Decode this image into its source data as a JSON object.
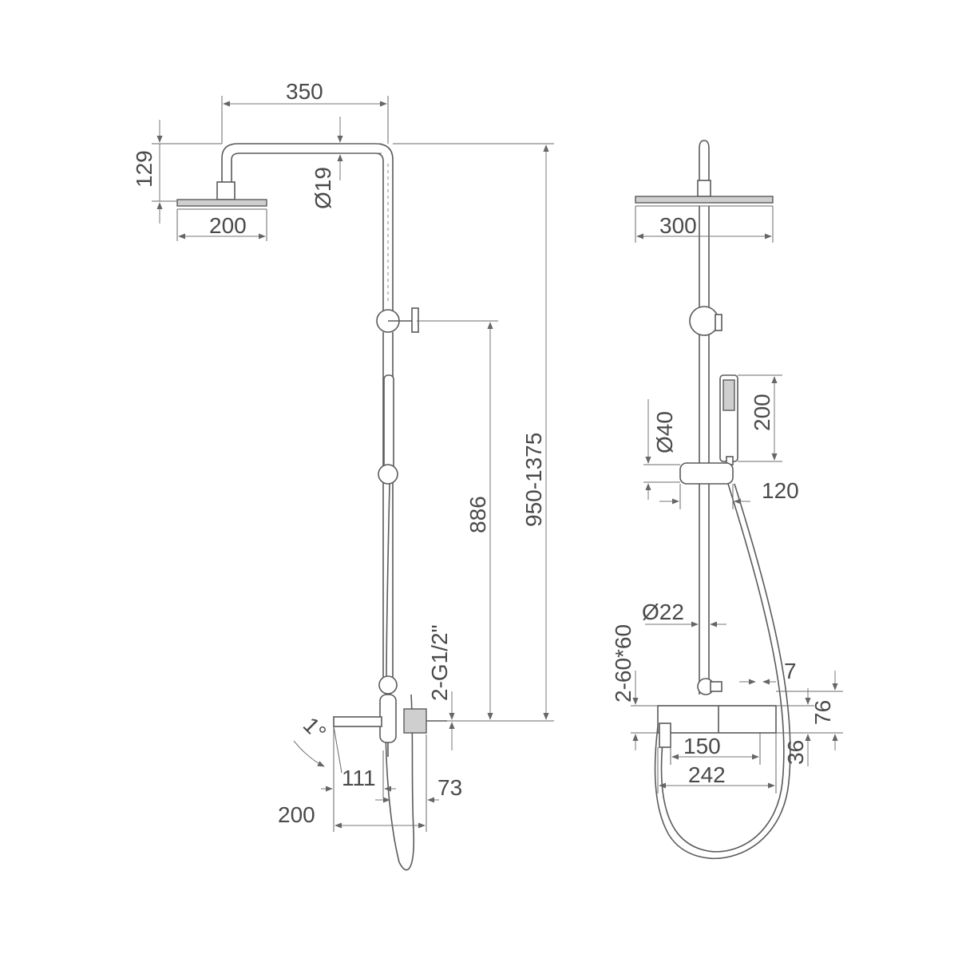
{
  "dimensions": {
    "left": {
      "top_width": "350",
      "head_height": "129",
      "pipe_diameter": "Ø19",
      "head_width": "200",
      "total_height": "950-1375",
      "bar_height": "886",
      "inlet_thread": "2-G1/2\"",
      "angle": "1°",
      "spout_111": "111",
      "spout_73": "73",
      "spout_200": "200"
    },
    "right": {
      "head_diameter": "300",
      "hand_head_length": "200",
      "holder_diameter": "Ø40",
      "holder_reach": "120",
      "bar_diameter": "Ø22",
      "mounting": "2-60*60",
      "offset_7": "7",
      "body_height_76": "76",
      "body_height_36": "36",
      "body_150": "150",
      "body_242": "242"
    }
  }
}
